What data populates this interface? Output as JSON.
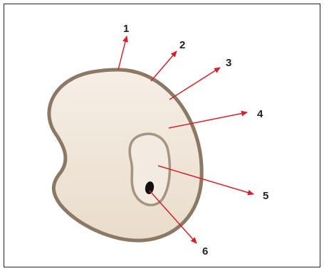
{
  "labels": [
    "1",
    "2",
    "3",
    "4",
    "5",
    "6"
  ],
  "colors": {
    "cell_fill_top": "#f6efe6",
    "cell_fill_bottom": "#e9dccb",
    "cell_wall": "#8b7965",
    "vacuole_fill": "#f1ebe2",
    "vacuole_wall": "#a59480",
    "nucleus": "#111111",
    "arrow": "#d9202a",
    "frame": "#222222"
  }
}
